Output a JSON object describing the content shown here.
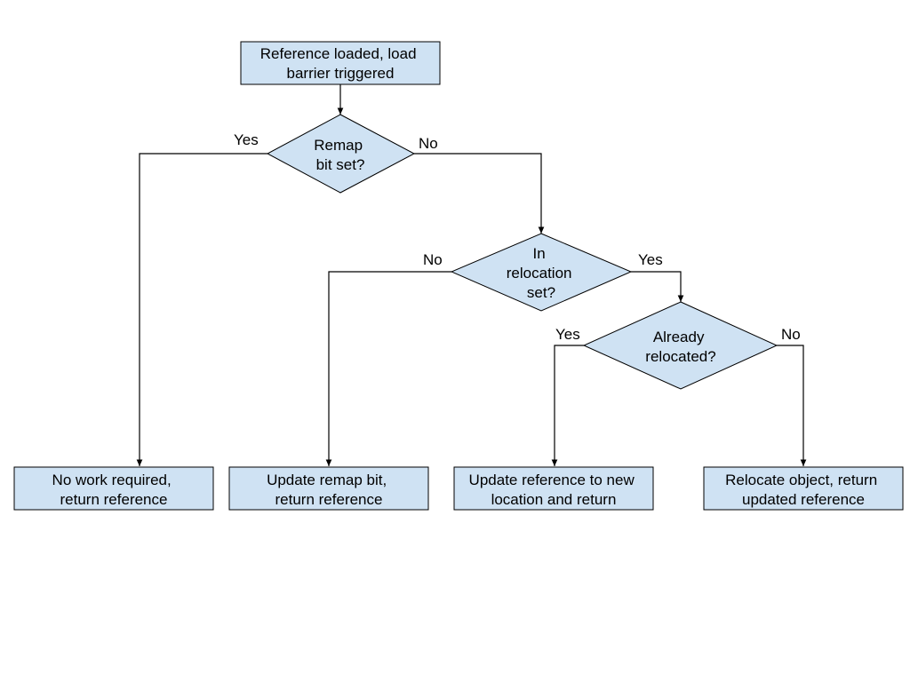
{
  "colors": {
    "node_fill": "#cfe2f3",
    "node_stroke": "#000000",
    "line": "#000000"
  },
  "nodes": {
    "start": [
      "Reference loaded, load",
      "barrier triggered"
    ],
    "remap_decision": [
      "Remap",
      "bit set?"
    ],
    "relocation_decision": [
      "In",
      "relocation",
      "set?"
    ],
    "already_decision": [
      "Already",
      "relocated?"
    ],
    "no_work": [
      "No work required,",
      "return reference"
    ],
    "update_remap": [
      "Update remap bit,",
      "return reference"
    ],
    "update_reference": [
      "Update reference to new",
      "location and return"
    ],
    "relocate_object": [
      "Relocate object, return",
      "updated reference"
    ]
  },
  "edge_labels": {
    "remap_yes": "Yes",
    "remap_no": "No",
    "relocation_no": "No",
    "relocation_yes": "Yes",
    "already_yes": "Yes",
    "already_no": "No"
  }
}
